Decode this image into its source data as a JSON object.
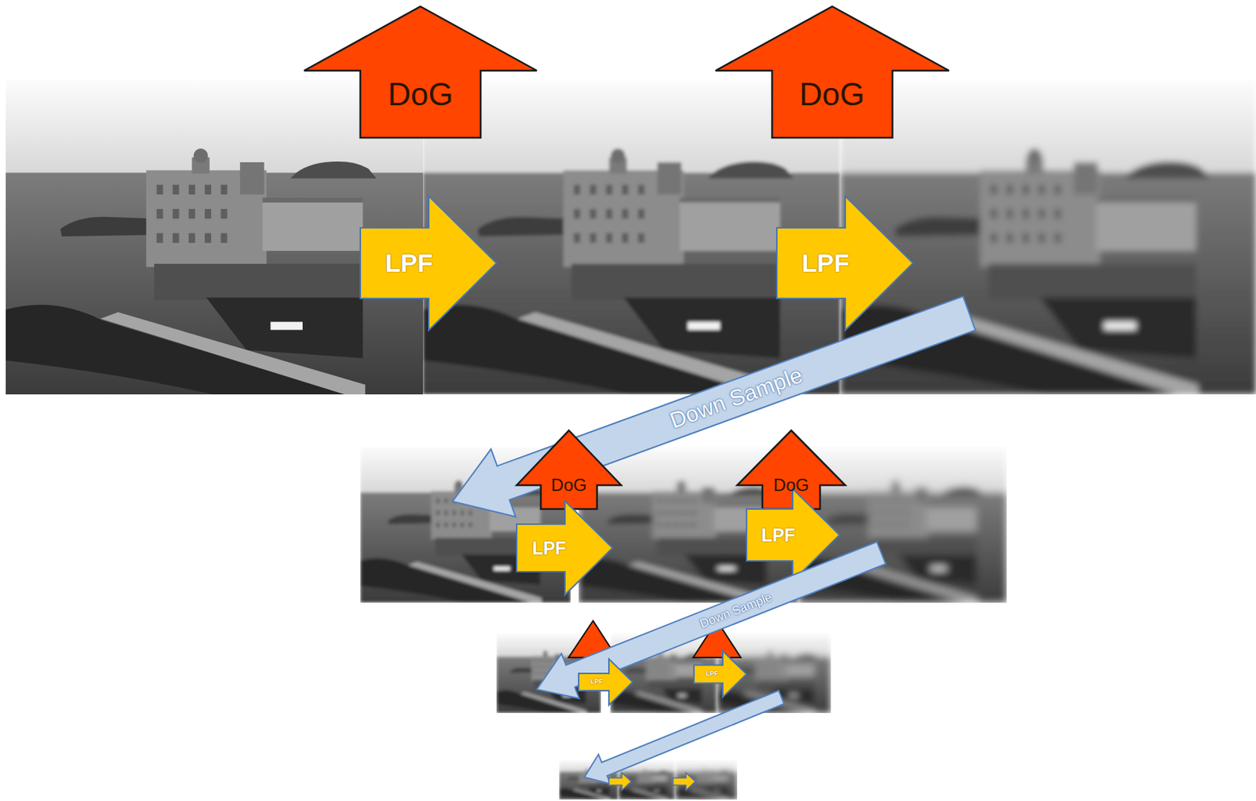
{
  "diagram": {
    "nodes": [
      {
        "text": [
          "DoG"
        ]
      },
      {
        "text": [
          "DoG"
        ]
      },
      {
        "text": [
          "LPF"
        ]
      },
      {
        "text": [
          "LPF"
        ]
      },
      {
        "text": [
          "Down Sample"
        ]
      },
      {
        "text": [
          "DoG"
        ]
      },
      {
        "text": [
          "DoG"
        ]
      },
      {
        "text": [
          "LPF"
        ]
      },
      {
        "text": [
          "LPF"
        ]
      },
      {
        "text": [
          "Down Sample"
        ]
      },
      {
        "text": [
          "LPF"
        ]
      },
      {
        "text": [
          "LPF"
        ]
      }
    ]
  }
}
